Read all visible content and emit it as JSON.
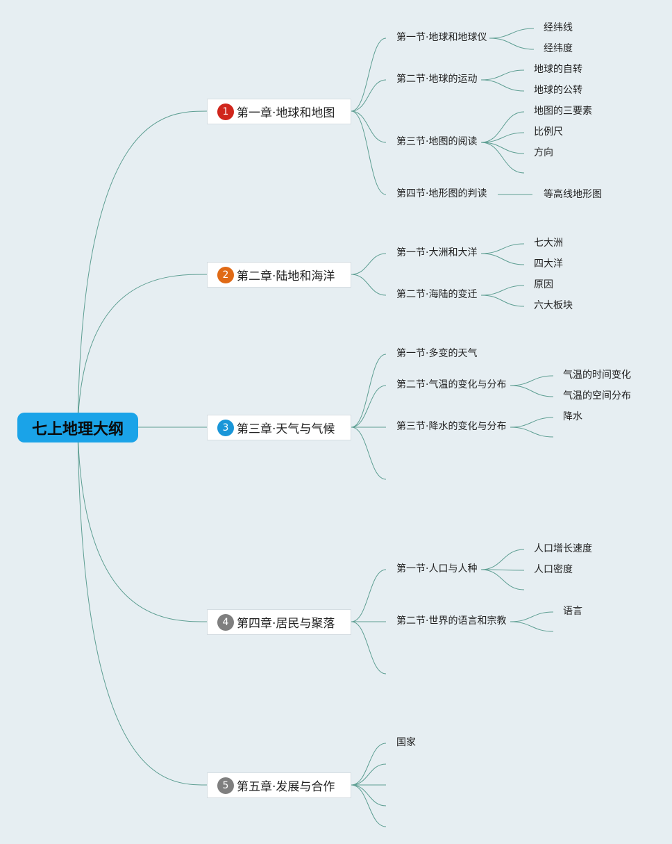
{
  "root": {
    "label": "七上地理大纲"
  },
  "colors": {
    "line": "#5d9e92",
    "root_bg": "#1aa3e8",
    "background": "#e6eef2"
  },
  "chapters": [
    {
      "num": "1",
      "label": "第一章·地球和地图",
      "badge_color": "#d0261c",
      "sections": [
        {
          "label": "第一节·地球和地球仪",
          "leaves": [
            "经纬线",
            "经纬度"
          ]
        },
        {
          "label": "第二节·地球的运动",
          "leaves": [
            "地球的自转",
            "地球的公转"
          ]
        },
        {
          "label": "第三节·地图的阅读",
          "leaves": [
            "地图的三要素",
            "比例尺",
            "方向",
            ""
          ]
        },
        {
          "label": "第四节·地形图的判读",
          "leaves": [
            "等高线地形图"
          ]
        }
      ]
    },
    {
      "num": "2",
      "label": "第二章·陆地和海洋",
      "badge_color": "#e06a16",
      "sections": [
        {
          "label": "第一节·大洲和大洋",
          "leaves": [
            "七大洲",
            "四大洋"
          ]
        },
        {
          "label": "第二节·海陆的变迁",
          "leaves": [
            "原因",
            "六大板块"
          ]
        }
      ]
    },
    {
      "num": "3",
      "label": "第三章·天气与气候",
      "badge_color": "#1a96d8",
      "sections": [
        {
          "label": "第一节·多变的天气",
          "leaves": []
        },
        {
          "label": "第二节·气温的变化与分布",
          "leaves": [
            "气温的时间变化",
            "气温的空间分布"
          ]
        },
        {
          "label": "第三节·降水的变化与分布",
          "leaves": [
            "降水",
            ""
          ]
        },
        {
          "label": "",
          "leaves": []
        }
      ]
    },
    {
      "num": "4",
      "label": "第四章·居民与聚落",
      "badge_color": "#7f7f7f",
      "sections": [
        {
          "label": "第一节·人口与人种",
          "leaves": [
            "人口增长速度",
            "人口密度",
            ""
          ]
        },
        {
          "label": "第二节·世界的语言和宗教",
          "leaves": [
            "语言",
            ""
          ]
        },
        {
          "label": "",
          "leaves": []
        }
      ]
    },
    {
      "num": "5",
      "label": "第五章·发展与合作",
      "badge_color": "#7f7f7f",
      "sections": [
        {
          "label": "国家",
          "leaves": []
        },
        {
          "label": "",
          "leaves": []
        },
        {
          "label": "",
          "leaves": []
        },
        {
          "label": "",
          "leaves": []
        },
        {
          "label": "",
          "leaves": []
        }
      ]
    }
  ]
}
